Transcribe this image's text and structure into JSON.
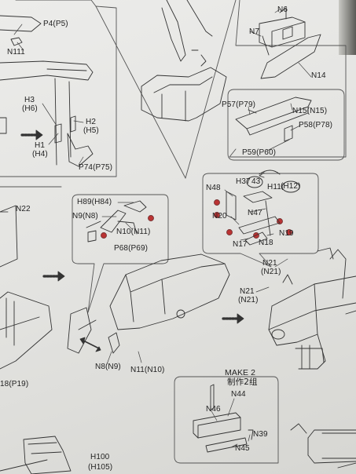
{
  "labels": {
    "p4p5": "P4(P5)",
    "n111": "N111",
    "n6": "N6",
    "n7": "N7",
    "n14": "N14",
    "h3": "H3",
    "h6": "(H6)",
    "h2": "H2",
    "h5": "(H5)",
    "h1": "H1",
    "h4": "(H4)",
    "p74p75": "P74(P75)",
    "p57p79": "P57(P79)",
    "n15n15": "N15(N15)",
    "p58p78": "P58(P78)",
    "p59p60": "P59(P60)",
    "n22": "N22",
    "h89h84": "H89(H84)",
    "n9n8": "N9(N8)",
    "n10n11": "N10(N11)",
    "p68p69": "P68(P69)",
    "h37": "H37",
    "h37note": "43",
    "h11": "H11",
    "h12": "(H12)",
    "n48": "N48",
    "n20": "N20",
    "n47": "N47",
    "n17": "N17",
    "n18": "N18",
    "n19": "N19",
    "n21a": "N21",
    "n21a_alt": "(N21)",
    "n21b": "N21",
    "n21b_alt": "(N21)",
    "n8n9": "N8(N9)",
    "n11n10": "N11(N10)",
    "p18p19": "18(P19)",
    "make2": "MAKE 2",
    "make2cn": "制作2组",
    "n44": "N44",
    "n46": "N46",
    "n39": "N39",
    "n45": "N45",
    "h100": "H100",
    "h105": "(H105)"
  }
}
